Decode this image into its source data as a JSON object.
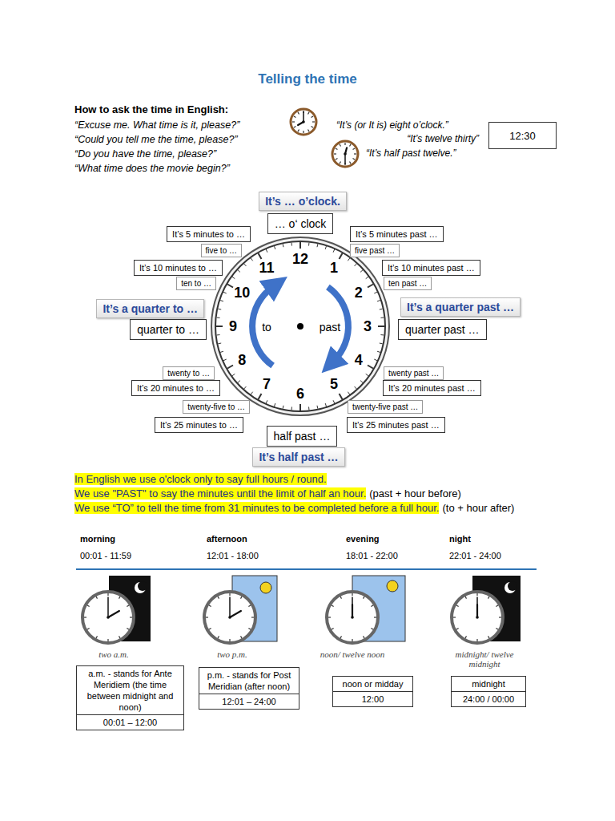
{
  "diagram": {
    "title": "Telling the time",
    "nodes": [
      {
        "text": [
          "12:30"
        ]
      },
      {
        "text": [
          "It’s … o’clock."
        ]
      },
      {
        "text": [
          "… o‘ clock"
        ]
      },
      {
        "text": [
          "It’s 5 minutes to …"
        ]
      },
      {
        "text": [
          "It’s 5 minutes past …"
        ]
      },
      {
        "text": [
          "five to …"
        ]
      },
      {
        "text": [
          "five past …"
        ]
      },
      {
        "text": [
          "It’s 10 minutes to …"
        ]
      },
      {
        "text": [
          "It’s 10 minutes past …"
        ]
      },
      {
        "text": [
          "ten to …"
        ]
      },
      {
        "text": [
          "ten past …"
        ]
      },
      {
        "text": [
          "It’s a quarter to …"
        ]
      },
      {
        "text": [
          "It’s a quarter past …"
        ]
      },
      {
        "text": [
          "quarter to …"
        ]
      },
      {
        "text": [
          "quarter past …"
        ]
      },
      {
        "text": [
          "twenty to …"
        ]
      },
      {
        "text": [
          "twenty past …"
        ]
      },
      {
        "text": [
          "It’s 20 minutes to …"
        ]
      },
      {
        "text": [
          "It’s 20 minutes past …"
        ]
      },
      {
        "text": [
          "twenty-five to …"
        ]
      },
      {
        "text": [
          "twenty-five past …"
        ]
      },
      {
        "text": [
          "It’s 25 minutes to …"
        ]
      },
      {
        "text": [
          "It’s 25 minutes past …"
        ]
      },
      {
        "text": [
          "half past …"
        ]
      },
      {
        "text": [
          "It’s half past …"
        ]
      },
      {
        "text": [
          "a.m. - stands for Ante Meridiem (the time between midnight and noon)"
        ]
      },
      {
        "text": [
          "00:01 – 12:00"
        ]
      },
      {
        "text": [
          "p.m. - stands for Post Meridian (after noon)"
        ]
      },
      {
        "text": [
          "12:01 – 24:00"
        ]
      },
      {
        "text": [
          "noon or midday"
        ]
      },
      {
        "text": [
          "12:00"
        ]
      },
      {
        "text": [
          "midnight"
        ]
      },
      {
        "text": [
          "24:00 / 00:00"
        ]
      }
    ],
    "labels": [
      "How to ask the time in English:",
      "“Excuse me. What time is it, please?”",
      "“Could you tell me the time, please?”",
      "“Do you have the time, please?”",
      "“What time does the movie begin?”",
      "“It’s (or It is) eight o’clock.”",
      "“It’s twelve thirty”",
      "“It’s half past twelve.”",
      "12",
      "1",
      "2",
      "3",
      "4",
      "5",
      "6",
      "7",
      "8",
      "9",
      "10",
      "11",
      "to",
      "past",
      "In English we use o'clock only to say full hours / round.",
      "We use \"PAST\" to say the minutes until the limit of half an hour.",
      "(past + hour before)",
      "We use “TO” to tell the time from 31 minutes to be completed before a full hour.",
      "(to + hour after)",
      "morning",
      "afternoon",
      "evening",
      "night",
      "00:01 - 11:59",
      "12:01 - 18:00",
      "18:01 - 22:00",
      "22:01 - 24:00",
      "two a.m.",
      "two p.m.",
      "noon/ twelve noon",
      "midnight/ twelve midnight"
    ]
  }
}
